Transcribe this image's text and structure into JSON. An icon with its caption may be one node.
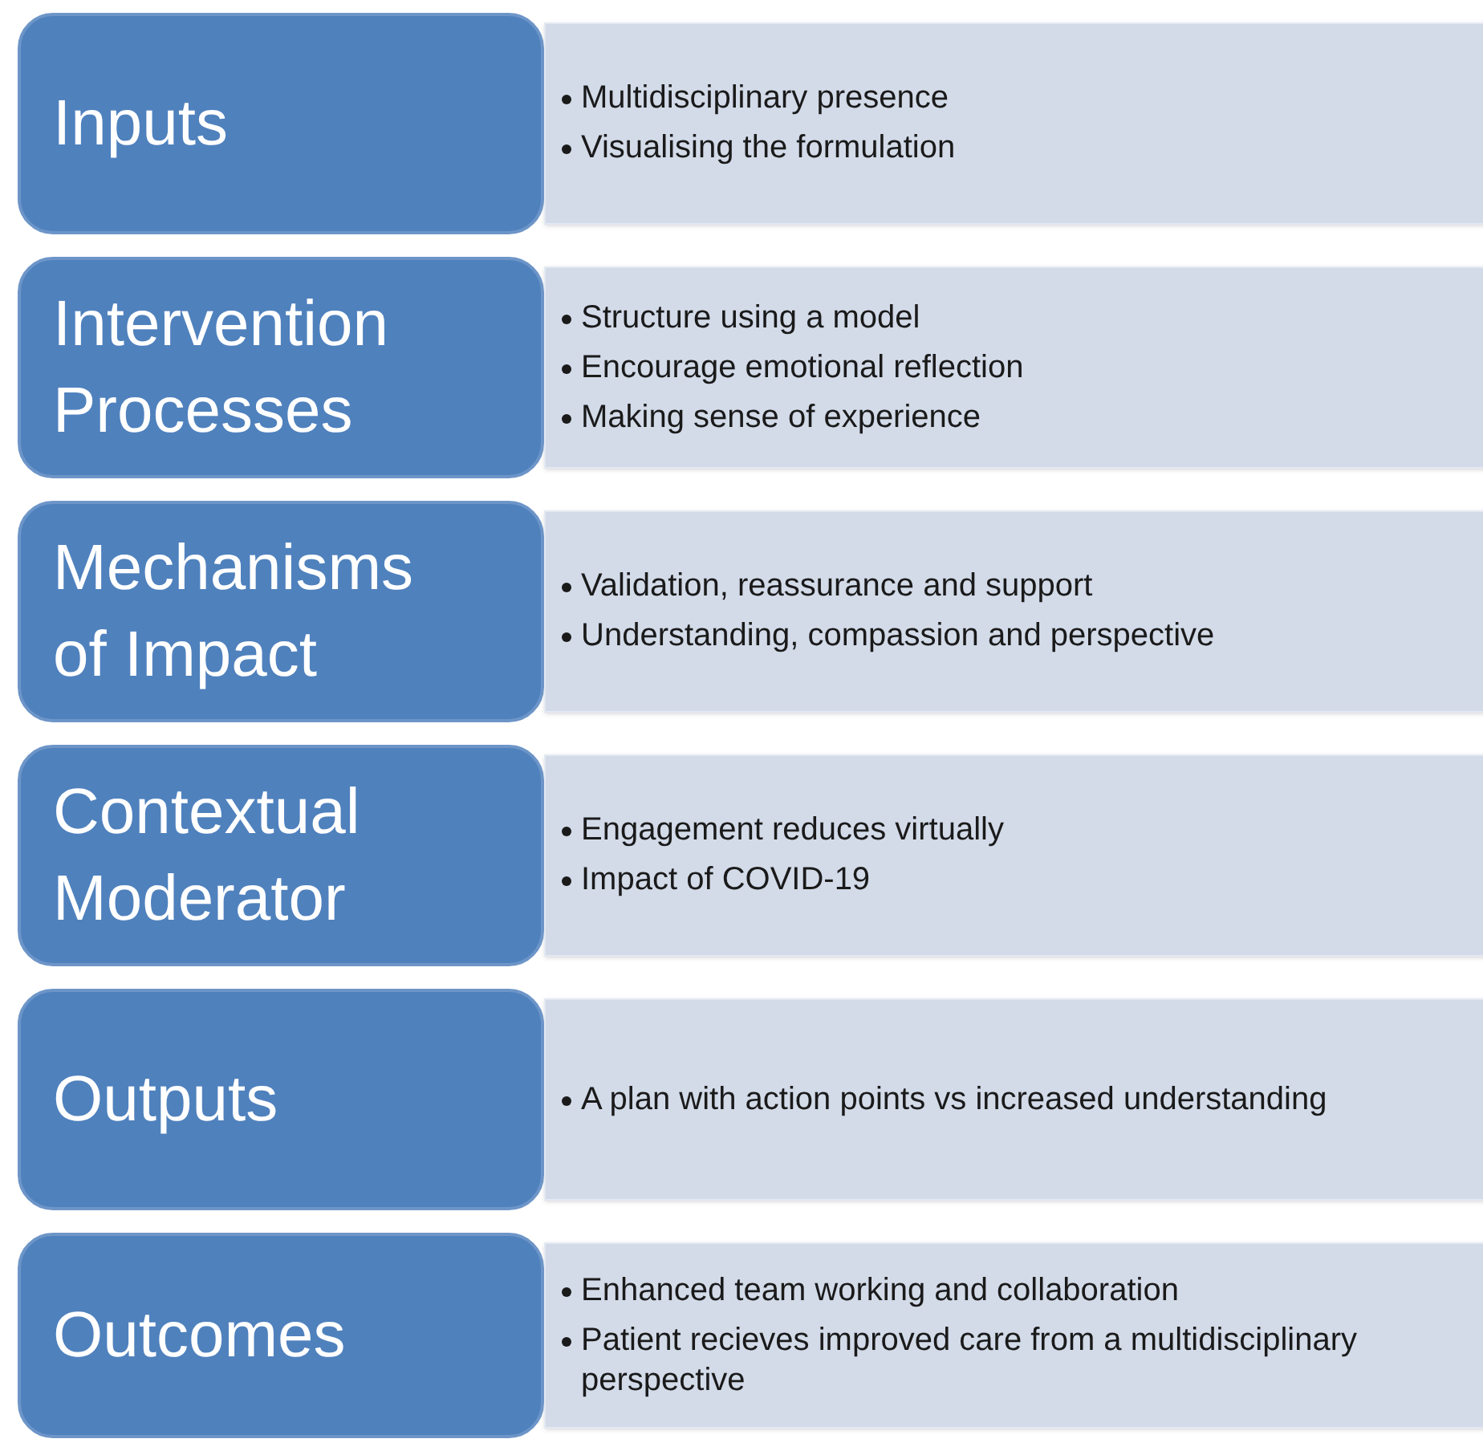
{
  "diagram": {
    "nodes": [
      {
        "text": [
          "Inputs"
        ]
      },
      {
        "text": [
          "Multidisciplinary presence",
          "Visualising the formulation"
        ]
      },
      {
        "text": [
          "Intervention Processes"
        ]
      },
      {
        "text": [
          "Structure using a model",
          "Encourage emotional reflection",
          "Making sense of experience"
        ]
      },
      {
        "text": [
          "Mechanisms of Impact"
        ]
      },
      {
        "text": [
          "Validation, reassurance and support",
          "Understanding, compassion and perspective"
        ]
      },
      {
        "text": [
          "Contextual Moderator"
        ]
      },
      {
        "text": [
          "Engagement reduces virtually",
          "Impact of COVID-19"
        ]
      },
      {
        "text": [
          "Outputs"
        ]
      },
      {
        "text": [
          "A plan with action points vs increased understanding"
        ]
      },
      {
        "text": [
          "Outcomes"
        ]
      },
      {
        "text": [
          "Enhanced team working and collaboration",
          "Patient recieves improved care from a multidisciplinary perspective"
        ]
      }
    ]
  }
}
